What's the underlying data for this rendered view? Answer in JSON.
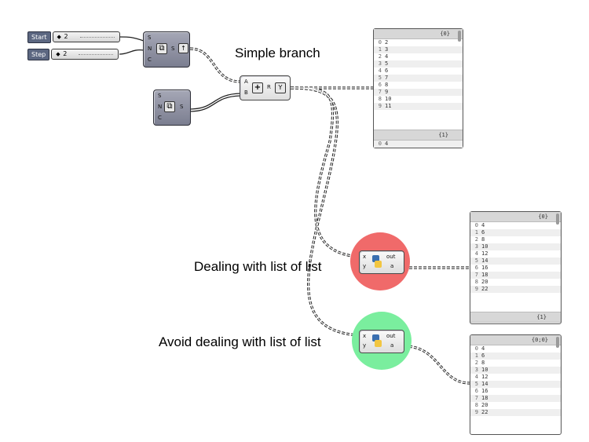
{
  "colors": {
    "red_circle": "#f06a6a",
    "green_circle": "#7aee9e",
    "wire": "#222222",
    "component": "#8a8d9e"
  },
  "sliders": [
    {
      "name": "Start",
      "value": "2"
    },
    {
      "name": "Step",
      "value": "2"
    }
  ],
  "series_top": {
    "ports_in": [
      "S",
      "N",
      "C"
    ],
    "port_out": "S"
  },
  "series_bottom": {
    "ports_in": [
      "S",
      "N",
      "C"
    ],
    "port_out": "S"
  },
  "addition": {
    "ports_in": [
      "A",
      "B"
    ],
    "port_out": "R",
    "icon": "plus-icon",
    "flag": "graft-icon"
  },
  "python1": {
    "ports_in": [
      "x",
      "y"
    ],
    "ports_out": [
      "out",
      "a"
    ],
    "icon": "python-icon"
  },
  "python2": {
    "ports_in": [
      "x",
      "y"
    ],
    "ports_out": [
      "out",
      "a"
    ],
    "icon": "python-icon"
  },
  "labels": {
    "simple_branch": "Simple branch",
    "dealing": "Dealing with list of list",
    "avoid": "Avoid dealing with list of list"
  },
  "panel1": {
    "header": "{0}",
    "rows": [
      [
        "0",
        "2"
      ],
      [
        "1",
        "3"
      ],
      [
        "2",
        "4"
      ],
      [
        "3",
        "5"
      ],
      [
        "4",
        "6"
      ],
      [
        "5",
        "7"
      ],
      [
        "6",
        "8"
      ],
      [
        "7",
        "9"
      ],
      [
        "8",
        "10"
      ],
      [
        "9",
        "11"
      ]
    ],
    "footer": "{1}",
    "extra_row": [
      "0",
      "4"
    ]
  },
  "panel2": {
    "header": "{0}",
    "rows": [
      [
        "0",
        "4"
      ],
      [
        "1",
        "6"
      ],
      [
        "2",
        "8"
      ],
      [
        "3",
        "10"
      ],
      [
        "4",
        "12"
      ],
      [
        "5",
        "14"
      ],
      [
        "6",
        "16"
      ],
      [
        "7",
        "18"
      ],
      [
        "8",
        "20"
      ],
      [
        "9",
        "22"
      ]
    ],
    "footer": "{1}"
  },
  "panel3": {
    "header": "{0;0}",
    "rows": [
      [
        "0",
        "4"
      ],
      [
        "1",
        "6"
      ],
      [
        "2",
        "8"
      ],
      [
        "3",
        "10"
      ],
      [
        "4",
        "12"
      ],
      [
        "5",
        "14"
      ],
      [
        "6",
        "16"
      ],
      [
        "7",
        "18"
      ],
      [
        "8",
        "20"
      ],
      [
        "9",
        "22"
      ]
    ]
  }
}
